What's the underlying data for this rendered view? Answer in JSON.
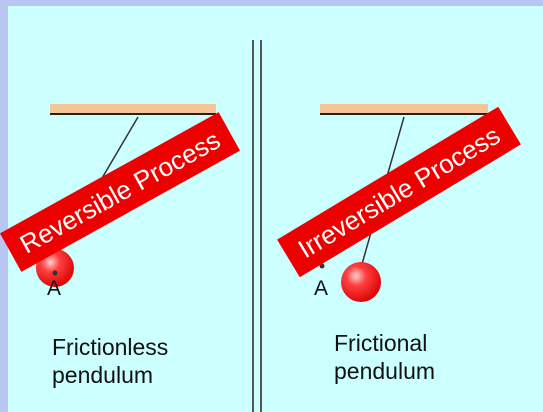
{
  "left_panel": {
    "banner": "Reversible Process",
    "point_label": "A",
    "caption_line1": "Frictionless",
    "caption_line2": "pendulum"
  },
  "right_panel": {
    "banner": "Irreversible Process",
    "point_label": "A",
    "caption_line1": "Frictional",
    "caption_line2": "pendulum"
  },
  "colors": {
    "background": "#ccffff",
    "border": "#b8c6f2",
    "ceiling": "#f6c596",
    "banner": "#ee0000",
    "bob": "#ff2020"
  }
}
